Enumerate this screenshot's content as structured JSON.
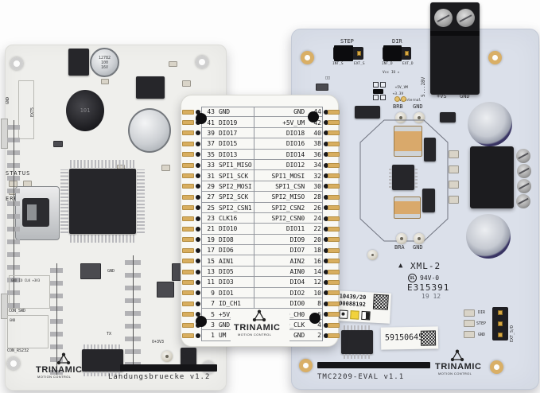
{
  "left_board": {
    "title": "Landungsbruecke v1.2",
    "brand": "TRINAMIC",
    "brand_sub": "MOTION CONTROL",
    "silkscreen": {
      "status": "STATUS",
      "error": "ERROR",
      "ext5": "EXT5",
      "ext5_gnd": "GND",
      "con_swd": "CON_SWD",
      "swd_pins": "GND IO CLK +3V3",
      "con_rs232": "CON_RS232",
      "rs232_gnd": "GND",
      "gnd_mid": "GND",
      "tx": "TX",
      "rail": "O+3V3"
    },
    "components": {
      "cap_line1": "12782",
      "cap_line2": "100",
      "cap_line3": "16V",
      "inductor": "101"
    }
  },
  "breakout": {
    "brand": "TRINAMIC",
    "brand_sub": "MOTION CONTROL",
    "pin_rows": [
      {
        "left_no": "43",
        "left": "GND",
        "right": "GND",
        "right_no": "44"
      },
      {
        "left_no": "41",
        "left": "DIO19",
        "right": "+5V_UM",
        "right_no": "42"
      },
      {
        "left_no": "39",
        "left": "DIO17",
        "right": "DIO18",
        "right_no": "40"
      },
      {
        "left_no": "37",
        "left": "DIO15",
        "right": "DIO16",
        "right_no": "38"
      },
      {
        "left_no": "35",
        "left": "DIO13",
        "right": "DIO14",
        "right_no": "36"
      },
      {
        "left_no": "33",
        "left": "SPI1_MISO",
        "right": "DIO12",
        "right_no": "34"
      },
      {
        "left_no": "31",
        "left": "SPI1_SCK",
        "right": "SPI1_MOSI",
        "right_no": "32"
      },
      {
        "left_no": "29",
        "left": "SPI2_MOSI",
        "right": "SPI1_CSN",
        "right_no": "30"
      },
      {
        "left_no": "27",
        "left": "SPI2_SCK",
        "right": "SPI2_MISO",
        "right_no": "28"
      },
      {
        "left_no": "25",
        "left": "SPI2_CSN1",
        "right": "SPI2_CSN2",
        "right_no": "26"
      },
      {
        "left_no": "23",
        "left": "CLK16",
        "right": "SPI2_CSN0",
        "right_no": "24"
      },
      {
        "left_no": "21",
        "left": "DIO10",
        "right": "DIO11",
        "right_no": "22"
      },
      {
        "left_no": "19",
        "left": "DIO8",
        "right": "DIO9",
        "right_no": "20"
      },
      {
        "left_no": "17",
        "left": "DIO6",
        "right": "DIO7",
        "right_no": "18"
      },
      {
        "left_no": "15",
        "left": "AIN1",
        "right": "AIN2",
        "right_no": "16"
      },
      {
        "left_no": "13",
        "left": "DIO5",
        "right": "AIN0",
        "right_no": "14"
      },
      {
        "left_no": "11",
        "left": "DIO3",
        "right": "DIO4",
        "right_no": "12"
      },
      {
        "left_no": "9",
        "left": "DIO1",
        "right": "DIO2",
        "right_no": "10"
      },
      {
        "left_no": "7",
        "left": "ID_CH1",
        "right": "DIO0",
        "right_no": "8"
      },
      {
        "left_no": "5",
        "left": "+5V_USB",
        "right": "ID_CH0",
        "right_no": "6"
      },
      {
        "left_no": "3",
        "left": "GND",
        "right": "ID_CLK",
        "right_no": "4"
      },
      {
        "left_no": "1",
        "left": "UM",
        "right": "GND",
        "right_no": "2"
      }
    ]
  },
  "right_board": {
    "title": "TMC2209-EVAL v1.1",
    "brand": "TRINAMIC",
    "brand_sub": "MOTION CONTROL",
    "step_jumper": {
      "label": "STEP",
      "int": "INT_S",
      "ext": "EXT_S"
    },
    "dir_jumper": {
      "label": "DIR",
      "int": "INT_D",
      "ext": "EXT_D"
    },
    "vccio": {
      "label": "Vcc IO ▸",
      "opt1": "+5V_VM",
      "opt2": "+3.3V",
      "opt3": "+5V_internal"
    },
    "power": {
      "range": "5...28V",
      "plus": "+VS",
      "minus": "GND"
    },
    "testpoints": {
      "brb": "BRB",
      "brb_gnd": "GND",
      "bra": "BRA",
      "bra_gnd": "GND"
    },
    "markings": {
      "xml": "XML-2",
      "ul": "UL",
      "flam": "94V-0",
      "e_number": "E315391",
      "date_code": "19 12"
    },
    "stickers": {
      "lot_line1": "10439/20",
      "lot_line2": "00088192",
      "serial": "59150645"
    },
    "sd_header": {
      "dir": "DIR",
      "step": "STEP",
      "gnd": "GND",
      "side": "EXT_S/D"
    }
  }
}
